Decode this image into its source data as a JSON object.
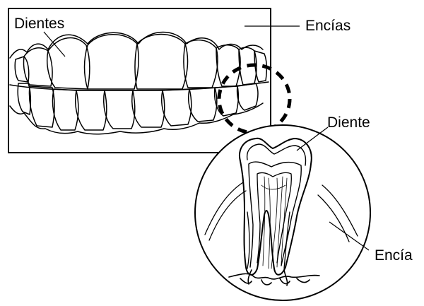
{
  "labels": {
    "teeth": "Dientes",
    "gums": "Encías",
    "tooth": "Diente",
    "gum": "Encía"
  }
}
